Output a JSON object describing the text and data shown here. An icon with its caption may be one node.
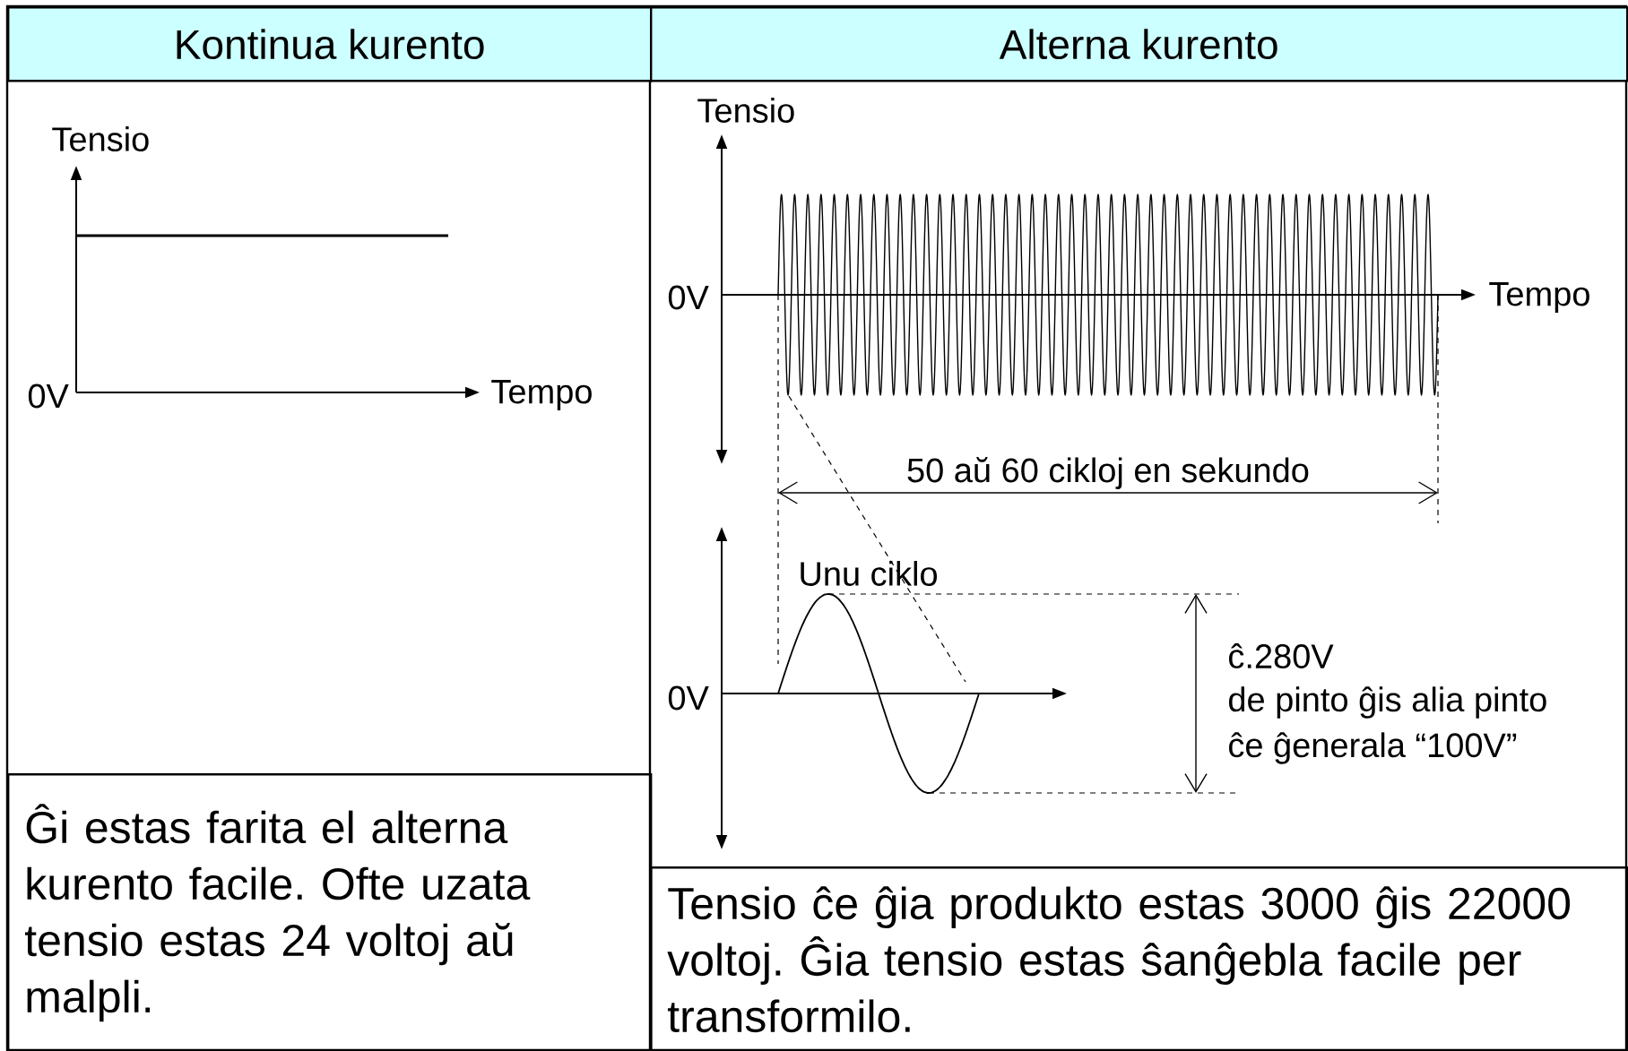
{
  "diagram": {
    "nodes": [
      {
        "text": [
          "Kontinua kurento"
        ]
      },
      {
        "text": [
          "Alterna kurento"
        ]
      },
      {
        "text": [
          "Ĝi estas farita el alterna kurento facile. Ofte uzata tensio estas 24 voltoj aŭ malpli."
        ]
      },
      {
        "text": [
          "Tensio ĉe ĝia produkto estas 3000 ĝis 22000 voltoj. Ĝia tensio estas ŝanĝebla facile per transformilo."
        ]
      }
    ],
    "labels": [
      "Tensio",
      "0V",
      "Tempo",
      "Tensio",
      "0V",
      "Tempo",
      "50 aŭ 60 cikloj en sekundo",
      "Unu ciklo",
      "0V",
      "ĉ.280V",
      "de pinto ĝis alia pinto",
      "ĉe ĝenerala “100V”"
    ]
  }
}
